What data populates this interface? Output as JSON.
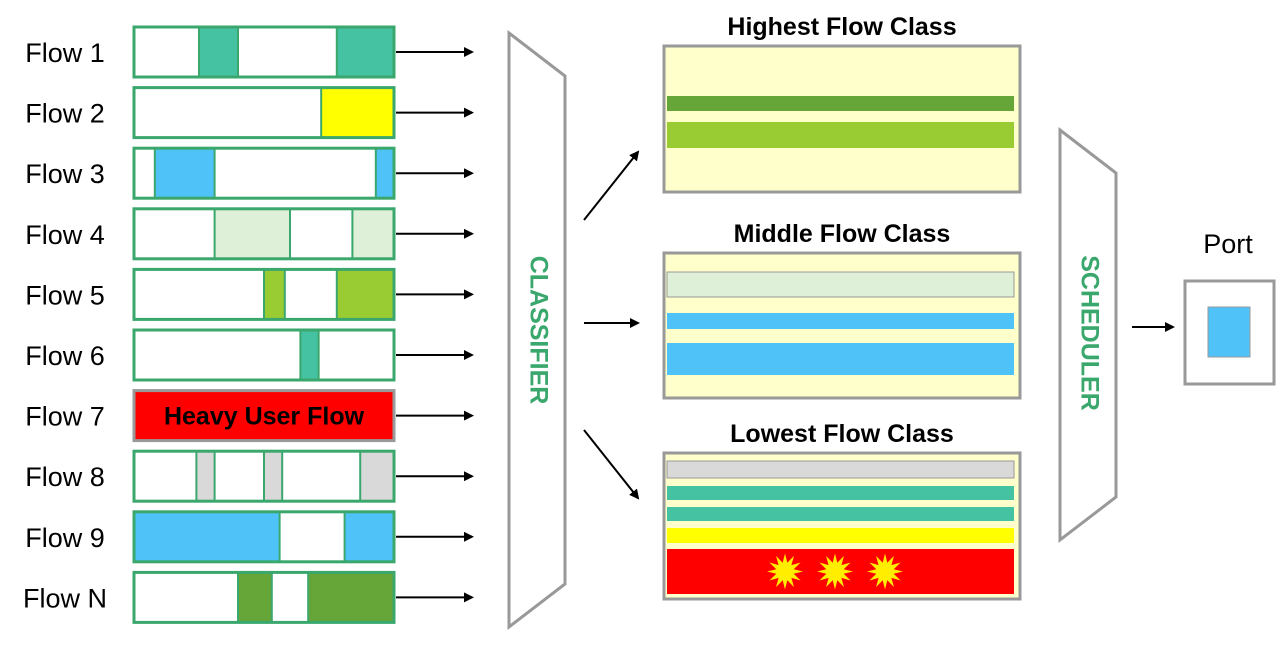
{
  "flows": [
    {
      "label": "Flow 1",
      "border": "#3aa76d",
      "segments": [
        {
          "from": 0.25,
          "to": 0.4,
          "color": "#45c2a2"
        },
        {
          "from": 0.78,
          "to": 1.0,
          "color": "#45c2a2"
        }
      ]
    },
    {
      "label": "Flow 2",
      "border": "#3aa76d",
      "segments": [
        {
          "from": 0.72,
          "to": 1.0,
          "color": "#ffff00"
        }
      ]
    },
    {
      "label": "Flow 3",
      "border": "#3aa76d",
      "segments": [
        {
          "from": 0.08,
          "to": 0.31,
          "color": "#4fc3f7"
        },
        {
          "from": 0.93,
          "to": 1.0,
          "color": "#4fc3f7"
        }
      ]
    },
    {
      "label": "Flow 4",
      "border": "#3aa76d",
      "segments": [
        {
          "from": 0.31,
          "to": 0.6,
          "color": "#dff0d8"
        },
        {
          "from": 0.84,
          "to": 1.0,
          "color": "#dff0d8"
        }
      ]
    },
    {
      "label": "Flow 5",
      "border": "#3aa76d",
      "segments": [
        {
          "from": 0.5,
          "to": 0.58,
          "color": "#99cc33"
        },
        {
          "from": 0.78,
          "to": 1.0,
          "color": "#99cc33"
        }
      ]
    },
    {
      "label": "Flow 6",
      "border": "#3aa76d",
      "segments": [
        {
          "from": 0.64,
          "to": 0.71,
          "color": "#45c2a2"
        }
      ]
    },
    {
      "label": "Flow 7",
      "border": "#999999",
      "fill": "#ff0000",
      "text": "Heavy User Flow",
      "segments": []
    },
    {
      "label": "Flow 8",
      "border": "#3aa76d",
      "segments": [
        {
          "from": 0.24,
          "to": 0.31,
          "color": "#d9d9d9"
        },
        {
          "from": 0.5,
          "to": 0.57,
          "color": "#d9d9d9"
        },
        {
          "from": 0.87,
          "to": 1.0,
          "color": "#d9d9d9"
        }
      ]
    },
    {
      "label": "Flow 9",
      "border": "#3aa76d",
      "segments": [
        {
          "from": 0.0,
          "to": 0.56,
          "color": "#4fc3f7"
        },
        {
          "from": 0.81,
          "to": 1.0,
          "color": "#4fc3f7"
        }
      ]
    },
    {
      "label": "Flow N",
      "border": "#3aa76d",
      "segments": [
        {
          "from": 0.4,
          "to": 0.53,
          "color": "#66a638"
        },
        {
          "from": 0.67,
          "to": 1.0,
          "color": "#66a638"
        }
      ]
    }
  ],
  "classifier": {
    "label": "CLASSIFIER",
    "color": "#3aa76d"
  },
  "scheduler": {
    "label": "SCHEDULER",
    "color": "#3aa76d"
  },
  "classes": [
    {
      "title": "Highest Flow Class",
      "bands": [
        {
          "color": "#66a638"
        },
        {
          "color": "#99cc33"
        }
      ]
    },
    {
      "title": "Middle Flow Class",
      "bands": [
        {
          "color": "#dff0d8"
        },
        {
          "color": "#4fc3f7"
        },
        {
          "color": "#4fc3f7"
        }
      ]
    },
    {
      "title": "Lowest Flow Class",
      "bands": [
        {
          "color": "#d9d9d9"
        },
        {
          "color": "#45c2a2"
        },
        {
          "color": "#45c2a2"
        },
        {
          "color": "#ffff00"
        },
        {
          "color": "#ff0000",
          "bursts": 3
        }
      ]
    }
  ],
  "port": {
    "label": "Port",
    "packet_color": "#4fc3f7"
  },
  "colors": {
    "class_fill": "#ffffcc",
    "arrow": "#000000",
    "outline": "#999999",
    "burst": "#ffee00"
  }
}
